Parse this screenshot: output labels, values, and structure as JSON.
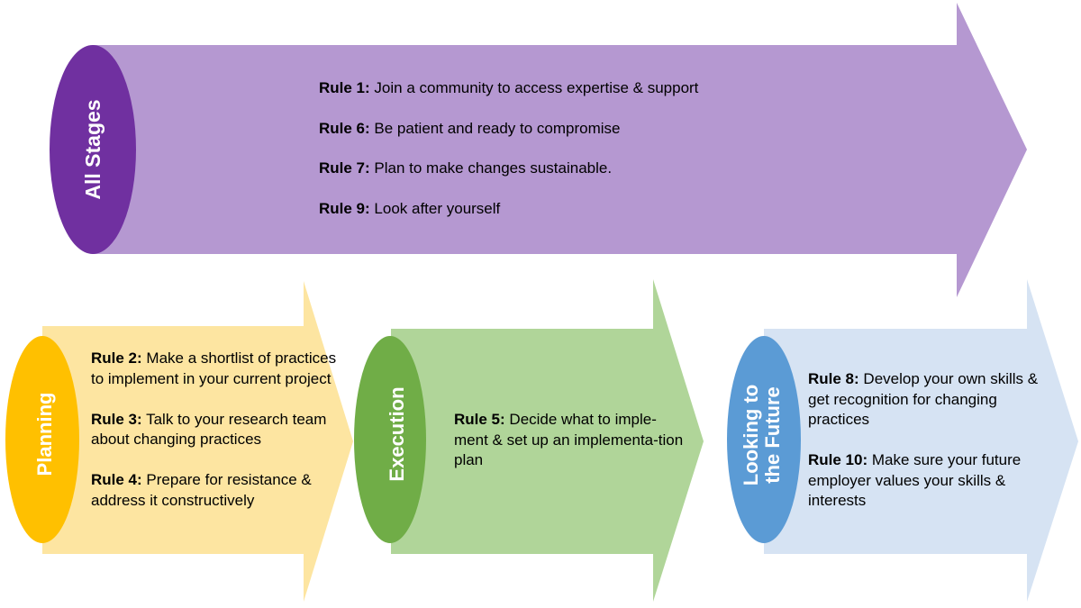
{
  "colors": {
    "all_stages_arrow": "#b598d1",
    "all_stages_oval": "#7030a0",
    "planning_arrow": "#fde5a1",
    "planning_oval": "#ffc000",
    "execution_arrow": "#b0d599",
    "execution_oval": "#70ad47",
    "future_arrow": "#d6e3f3",
    "future_oval": "#5b9bd5"
  },
  "stages": {
    "all": {
      "label": "All Stages",
      "rules": [
        {
          "num": "Rule 1:",
          "text": " Join a community  to access expertise & support"
        },
        {
          "num": "Rule 6:",
          "text": " Be patient and ready to compromise"
        },
        {
          "num": "Rule 7:",
          "text": " Plan to make changes  sustainable."
        },
        {
          "num": "Rule 9:",
          "text": " Look after yourself"
        }
      ]
    },
    "planning": {
      "label": "Planning",
      "rules": [
        {
          "num": "Rule 2:",
          "text": " Make a shortlist of practices to implement  in your current project"
        },
        {
          "num": "Rule 3:",
          "text": " Talk to your research team about changing  practices"
        },
        {
          "num": "Rule 4:",
          "text": " Prepare for resistance & address it constructively"
        }
      ]
    },
    "execution": {
      "label": "Execution",
      "rules": [
        {
          "num": "Rule 5:",
          "text": " Decide what to imple-ment & set up an implementa-tion plan"
        }
      ]
    },
    "future": {
      "label_line1": "Looking to",
      "label_line2": "the Future",
      "rules": [
        {
          "num": "Rule 8:",
          "text": " Develop  your own skills & get recognition  for changing practices"
        },
        {
          "num": "Rule 10:",
          "text": " Make sure your future employer values  your skills & interests"
        }
      ]
    }
  }
}
